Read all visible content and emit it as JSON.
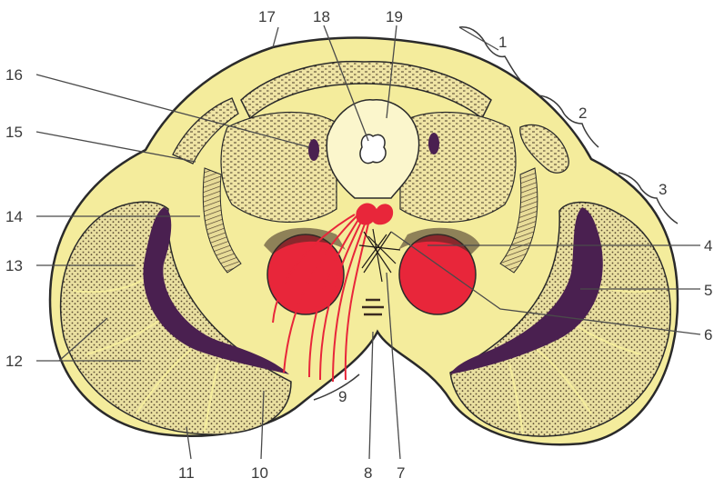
{
  "colors": {
    "background": "#ffffff",
    "outline": "#2a2a2a",
    "matrix": "#f4ec9c",
    "fiber": "#6b5a3a",
    "nucleus_red": "#e8263a",
    "purple": "#4a2050"
  },
  "labels": [
    {
      "id": "1",
      "text": "1"
    },
    {
      "id": "2",
      "text": "2"
    },
    {
      "id": "3",
      "text": "3"
    },
    {
      "id": "4",
      "text": "4"
    },
    {
      "id": "5",
      "text": "5"
    },
    {
      "id": "6",
      "text": "6"
    },
    {
      "id": "7",
      "text": "7"
    },
    {
      "id": "8",
      "text": "8"
    },
    {
      "id": "9",
      "text": "9"
    },
    {
      "id": "10",
      "text": "10"
    },
    {
      "id": "11",
      "text": "11"
    },
    {
      "id": "12",
      "text": "12"
    },
    {
      "id": "13",
      "text": "13"
    },
    {
      "id": "14",
      "text": "14"
    },
    {
      "id": "15",
      "text": "15"
    },
    {
      "id": "16",
      "text": "16"
    },
    {
      "id": "17",
      "text": "17"
    },
    {
      "id": "18",
      "text": "18"
    },
    {
      "id": "19",
      "text": "19"
    }
  ]
}
